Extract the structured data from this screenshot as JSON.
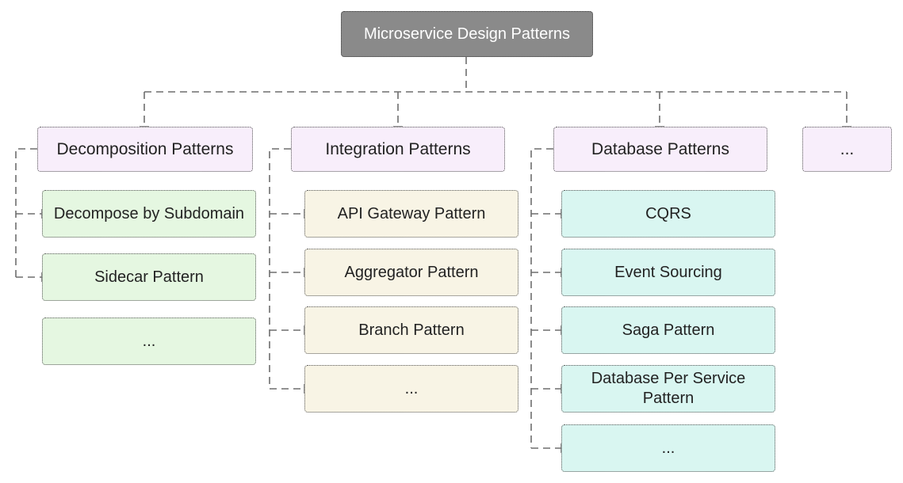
{
  "diagram": {
    "root": "Microservice Design Patterns",
    "categories": [
      {
        "label": "Decomposition Patterns",
        "items": [
          "Decompose by Subdomain",
          "Sidecar Pattern",
          "..."
        ]
      },
      {
        "label": "Integration Patterns",
        "items": [
          "API Gateway Pattern",
          "Aggregator Pattern",
          "Branch Pattern",
          "..."
        ]
      },
      {
        "label": "Database Patterns",
        "items": [
          "CQRS",
          "Event Sourcing",
          "Saga Pattern",
          "Database Per Service Pattern",
          "..."
        ]
      },
      {
        "label": "...",
        "items": []
      }
    ],
    "colors": {
      "root_fill": "#8a8a8a",
      "category_fill": "#f8eefb",
      "decomposition_fill": "#e5f7e1",
      "integration_fill": "#f8f4e5",
      "database_fill": "#d9f6f1",
      "connector": "#6e6e6e"
    }
  }
}
